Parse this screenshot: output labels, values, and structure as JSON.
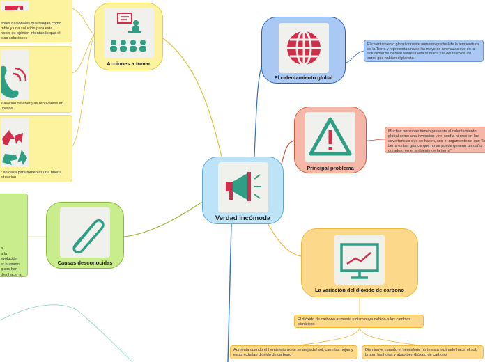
{
  "central": {
    "label": "Verdad incómoda",
    "icon": "megaphone-icon"
  },
  "branches": {
    "calentamiento": {
      "label": "El calentamiento global",
      "icon": "globe-icon",
      "note": "El calentamiento global consiste aumento gradual de la temperatura de la Tierra y representa una de las mayores amenazas que en la actualidad se ciernen sobre la vida humana y la del resto de los seres que habitan el planeta"
    },
    "problema": {
      "label": "Principal problema",
      "icon": "warning-icon",
      "note": "Muchas personas tienen presente al calentamiento global como una invención y no confía ni cree en las advertencias que se hacen, con el argumento de que \"la tierra es tan grande que no se puede generar un daño duradero en el ambiente de la tierra\""
    },
    "dioxido": {
      "label": "La variación del dióxido de carbono",
      "icon": "line-chart-icon",
      "note": "El dióxido de carbono aumenta y disminuye debido a los cambios climáticos",
      "sub_left": "Aumenta cuando el hemisferio norte se aleja del sol, caen las hojas y estas exhalan dióxido de carbono",
      "sub_right": "Disminuye cuando el hemisferio norte está inclinado hacia el sol, brotan las hojas y absorben dióxido de carbono"
    },
    "acciones": {
      "label": "Acciones a tomar",
      "icon": "presentation-audience-icon",
      "notes": [
        "entes nacionales que tengan como\nmbio y una solución para esta\nnocer su opinión intentando que el\nstas soluciones",
        "stalación de energías renovables en\núblicos",
        "r en casa para fomentar una buena\n situación"
      ],
      "note_icons": [
        "award-icon",
        "phone-icon",
        "recycle-icon"
      ]
    },
    "causas": {
      "label": "Causas desconocidas",
      "icon": "paperclip-icon",
      "note": "a\na la evolución\ner humano\ngicos han\nden hacer a"
    }
  },
  "colors": {
    "central_fill": "#bde3f7",
    "central_border": "#5aa7d6",
    "blue_fill": "#a9c8f3",
    "blue_border": "#2f5fb5",
    "blue_line": "#2f6fc1",
    "red_fill": "#f5b8a8",
    "red_border": "#d2553a",
    "red_line": "#d2553a",
    "orange_fill": "#fcd98a",
    "orange_border": "#eeb83a",
    "orange_line": "#f0b43a",
    "yellow_fill": "#fdf39e",
    "yellow_border": "#e0cc40",
    "yellow_line": "#dcc23a",
    "green_fill": "#c9ec8d",
    "green_border": "#87b83a",
    "green_line": "#9ab83a",
    "teal": "#2f9e85",
    "crimson": "#cf2f4a"
  }
}
